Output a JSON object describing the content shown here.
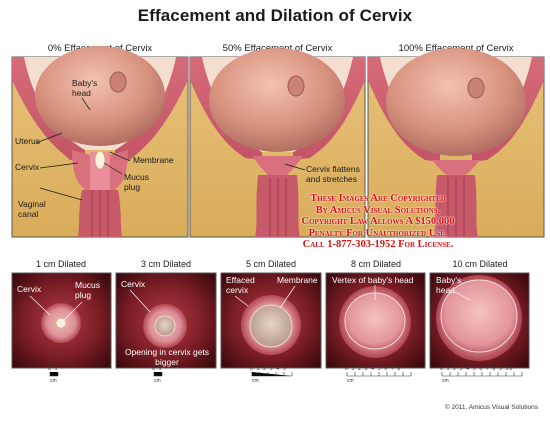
{
  "title": "Effacement and Dilation of Cervix",
  "top_panels": [
    {
      "title": "0% Effacement of Cervix"
    },
    {
      "title": "50% Effacement of Cervix"
    },
    {
      "title": "100% Effacement of Cervix"
    }
  ],
  "panel1_labels": {
    "babys_head": "Baby's head",
    "uterus": "Uterus",
    "cervix": "Cervix",
    "membrane": "Membrane",
    "mucus_plug": "Mucus plug",
    "vaginal_canal": "Vaginal canal"
  },
  "panel2_labels": {
    "cervix_flattens": "Cervix flattens and stretches"
  },
  "dilation_panels": [
    {
      "title": "1 cm Dilated",
      "scale_max": 1
    },
    {
      "title": "3 cm Dilated",
      "scale_max": 1
    },
    {
      "title": "5 cm Dilated",
      "scale_max": 5
    },
    {
      "title": "8 cm Dilated",
      "scale_max": 8
    },
    {
      "title": "10 cm Dilated",
      "scale_max": 10
    }
  ],
  "dilation_labels": {
    "p1_cervix": "Cervix",
    "p1_mucus_plug": "Mucus plug",
    "p2_cervix": "Cervix",
    "p2_opening": "Opening in cervix gets bigger",
    "p3_effaced_cervix": "Effaced cervix",
    "p3_membrane": "Membrane",
    "p4_vertex": "Vertex of baby's head",
    "p5_babys_head": "Baby's head"
  },
  "scale_unit": "cm",
  "scale_ticks": {
    "p1": "0 1",
    "p2": "0 1",
    "p3": "0 1 2 3 4 5",
    "p4": "0 1 2 3 4 5 6 7 8",
    "p5": "0 1 2 3 4 5 6 7 8 9 10"
  },
  "watermark": [
    "These Images Are Copyrighted",
    "By Amicus Visual Solutions.",
    "Copyright Law Allows A $150,000",
    "Penalty For Unauthorized Use.",
    "Call 1-877-303-1952 For License."
  ],
  "copyright": "© 2011, Amicus Visual Solutions"
}
